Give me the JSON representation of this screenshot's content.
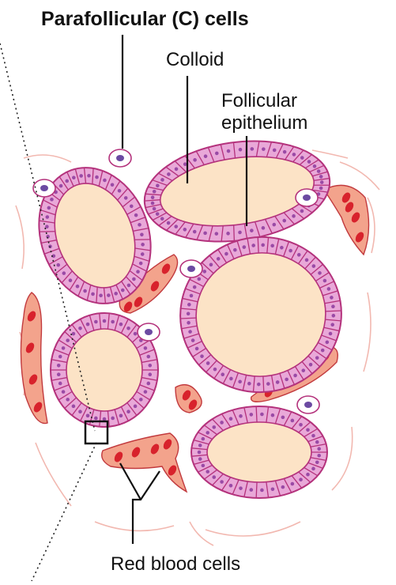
{
  "labels": {
    "parafollicular": "Parafollicular (C) cells",
    "colloid": "Colloid",
    "follicular_line1": "Follicular",
    "follicular_line2": "epithelium",
    "rbc": "Red blood cells"
  },
  "colors": {
    "colloid": "#fce3c6",
    "cell_fill": "#e9a8d8",
    "cell_stroke": "#b4327c",
    "nucleus": "#9a4aa6",
    "rbc_fill": "#f3a38c",
    "rbc_dot": "#d8222c",
    "c_cell_fill": "#ffffff",
    "c_cell_nucleus": "#6b4aa2",
    "connective": "#f2b8b0"
  }
}
